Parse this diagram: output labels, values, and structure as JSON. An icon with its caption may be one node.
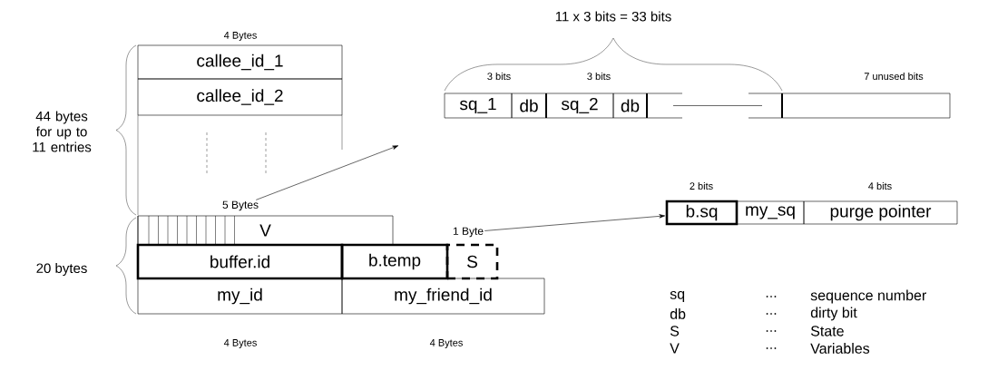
{
  "diagram": {
    "nodes": [
      {
        "text": [
          "callee_id_1"
        ]
      },
      {
        "text": [
          "callee_id_2"
        ]
      },
      {
        "text": [
          "5 Bytes"
        ]
      },
      {
        "text": [
          "V"
        ]
      },
      {
        "text": [
          "buffer.id"
        ]
      },
      {
        "text": [
          "b.temp"
        ]
      },
      {
        "text": [
          "S"
        ]
      },
      {
        "text": [
          "my_id"
        ]
      },
      {
        "text": [
          "my_friend_id"
        ]
      },
      {
        "text": [
          "sq_1"
        ]
      },
      {
        "text": [
          "db"
        ]
      },
      {
        "text": [
          "sq_2"
        ]
      },
      {
        "text": [
          "db"
        ]
      },
      {
        "text": [],
        "shape": "box"
      },
      {
        "text": [],
        "shape": "box"
      },
      {
        "text": [
          "1 Byte"
        ]
      },
      {
        "text": [
          "b.sq"
        ]
      },
      {
        "text": [
          "my_sq"
        ]
      },
      {
        "text": [
          "purge pointer"
        ]
      }
    ],
    "edges": [
      {
        "from": 2,
        "to": 9,
        "arrow": "to"
      },
      {
        "from": 15,
        "to": 16,
        "arrow": "to"
      }
    ],
    "labels": [
      "11 x 3 bits = 33 bits",
      "4 Bytes",
      "3 bits",
      "3 bits",
      "7 unused bits",
      "44 bytes for up to 11 entries",
      "2 bits",
      "4 bits",
      "20 bytes",
      "sq",
      "...",
      "sequence number",
      "db",
      "...",
      "dirty bit",
      "S",
      "...",
      "State",
      "V",
      "...",
      "Variables",
      "4 Bytes",
      "4 Bytes"
    ]
  }
}
